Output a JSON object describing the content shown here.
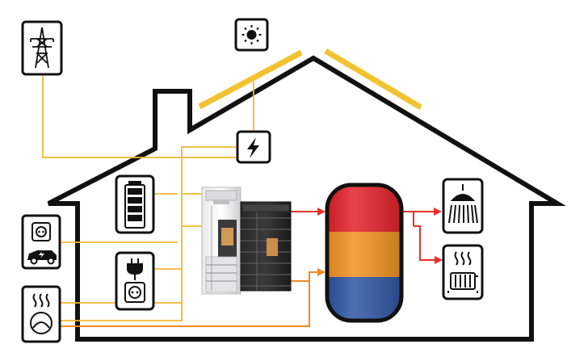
{
  "colors": {
    "house_outline": "#111111",
    "solar_panel": "#f2c230",
    "electric_line": "#f5b731",
    "heat_line_red": "#e8302a",
    "heat_line_orange": "#f08a1e",
    "tank_hot": "#e42229",
    "tank_mid": "#f39322",
    "tank_cold": "#2f56a5",
    "icon_stroke": "#111111"
  },
  "icons": [
    "power-pylon-icon",
    "sun-icon",
    "lightning-inverter-icon",
    "battery-icon",
    "power-plug-socket-icon",
    "socket-electric-car-icon",
    "heat-pump-icon",
    "shower-icon",
    "radiator-icon"
  ],
  "devices": [
    "fuel-cell-unit",
    "heat-storage-unit",
    "hot-water-tank"
  ]
}
